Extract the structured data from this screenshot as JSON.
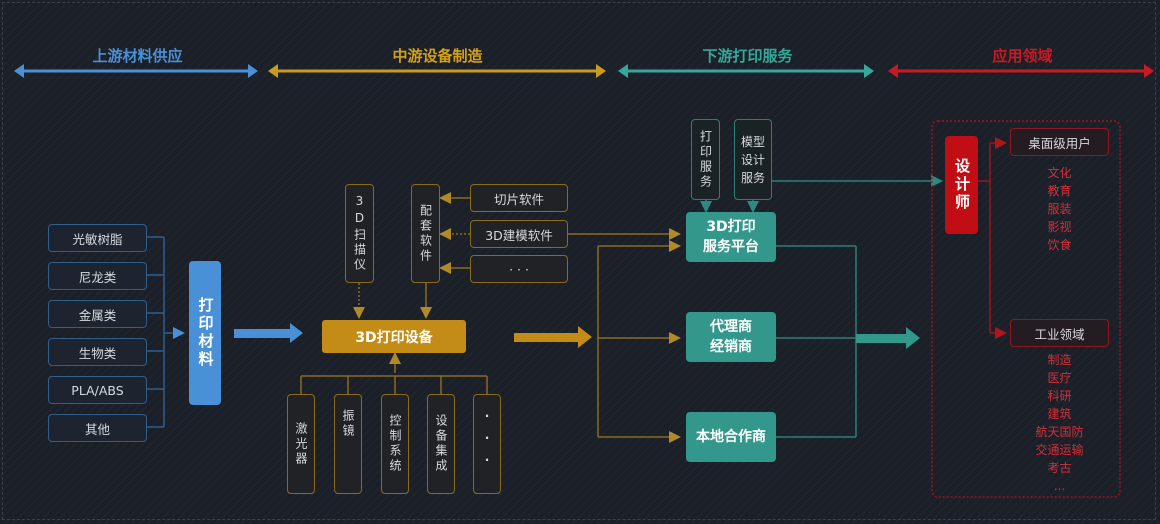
{
  "headers": [
    {
      "label": "上游材料供应",
      "color": "#4a90d6"
    },
    {
      "label": "中游设备制造",
      "color": "#d4a017"
    },
    {
      "label": "下游打印服务",
      "color": "#36a89a"
    },
    {
      "label": "应用领域",
      "color": "#c81a22"
    }
  ],
  "upstream": {
    "materials": [
      "光敏树脂",
      "尼龙类",
      "金属类",
      "生物类",
      "PLA/ABS",
      "其他"
    ],
    "hub_label": "打印材料"
  },
  "midstream": {
    "scanner_label": "3D扫描仪",
    "software_label": "配套软件",
    "software_items": [
      "切片软件",
      "3D建模软件",
      "· · ·"
    ],
    "device_label": "3D打印设备",
    "components": [
      "激光器",
      "振镜",
      "控制系统",
      "设备集成",
      "···"
    ]
  },
  "downstream": {
    "print_service_label": "打印服务",
    "model_design_label": "模型设计服务",
    "platform_label": [
      "3D打印",
      "服务平台"
    ],
    "agent_label": [
      "代理商",
      "经销商"
    ],
    "local_partner_label": "本地合作商"
  },
  "applications": {
    "designer_label": "设计师",
    "desktop_users": {
      "label": "桌面级用户",
      "items": [
        "文化",
        "教育",
        "服装",
        "影视",
        "饮食"
      ]
    },
    "industrial": {
      "label": "工业领域",
      "items": [
        "制造",
        "医疗",
        "科研",
        "建筑",
        "航天国防",
        "交通运输",
        "考古",
        "..."
      ]
    }
  },
  "colors": {
    "upstream": "#4a90d6",
    "midstream": "#c28c17",
    "downstream": "#33978c",
    "applications": "#c10e14",
    "background": "#1b1f28"
  }
}
